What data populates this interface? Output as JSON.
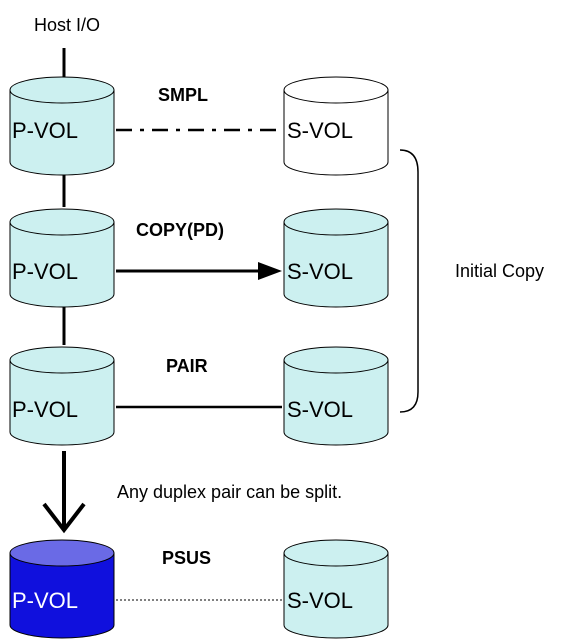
{
  "host_label": "Host I/O",
  "side_label": "Initial Copy",
  "note": "Any duplex pair can be split.",
  "colors": {
    "primary_fill": "#ccf0f0",
    "secondary_fill": "#ccf0f0",
    "secondary_fill_empty": "#ffffff",
    "active_body": "#1010dd",
    "active_top": "#6a6ae6",
    "stroke": "#000000"
  },
  "rows": [
    {
      "state": "SMPL",
      "p_vol": "P-VOL",
      "s_vol": "S-VOL",
      "link": "dash-dot",
      "s_vol_style": "empty",
      "p_vol_style": "normal"
    },
    {
      "state": "COPY(PD)",
      "p_vol": "P-VOL",
      "s_vol": "S-VOL",
      "link": "arrow",
      "s_vol_style": "filled",
      "p_vol_style": "normal"
    },
    {
      "state": "PAIR",
      "p_vol": "P-VOL",
      "s_vol": "S-VOL",
      "link": "solid",
      "s_vol_style": "filled",
      "p_vol_style": "normal"
    },
    {
      "state": "PSUS",
      "p_vol": "P-VOL",
      "s_vol": "S-VOL",
      "link": "dotted",
      "s_vol_style": "filled",
      "p_vol_style": "active"
    }
  ]
}
